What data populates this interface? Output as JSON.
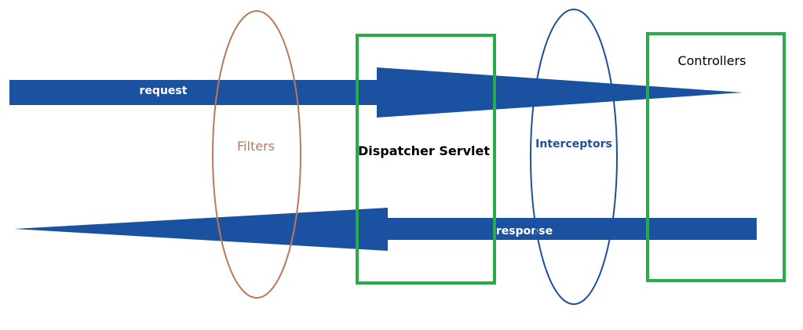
{
  "colors": {
    "arrow": "#1a52a1",
    "arrow_text": "#ffffff",
    "filter_outline": "#b9795a",
    "filter_text": "#b9795a",
    "box_outline": "#27ad47",
    "interceptor_outline": "#1e4f9a",
    "interceptor_text": "#1e4f9a",
    "text": "#000000"
  },
  "arrows": {
    "request_label": "request",
    "response_label": "response"
  },
  "filters": {
    "label": "Filters"
  },
  "dispatcher": {
    "label": "Dispatcher Servlet"
  },
  "interceptors": {
    "label": "Interceptors"
  },
  "controllers": {
    "label": "Controllers"
  }
}
